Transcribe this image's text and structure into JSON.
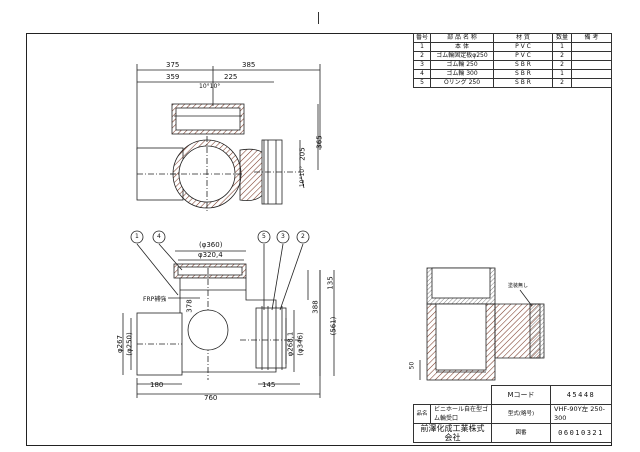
{
  "parts_table": {
    "headers": [
      "番号",
      "部 品 名 称",
      "材 質",
      "数量",
      "備 考"
    ],
    "rows": [
      {
        "no": "1",
        "name": "本 体",
        "material": "P V C",
        "qty": "1",
        "note": ""
      },
      {
        "no": "2",
        "name": "ゴム輪固定板φ250",
        "material": "P V C",
        "qty": "2",
        "note": ""
      },
      {
        "no": "3",
        "name": "ゴム輪 250",
        "material": "S B R",
        "qty": "2",
        "note": ""
      },
      {
        "no": "4",
        "name": "ゴム輪 300",
        "material": "S B R",
        "qty": "1",
        "note": ""
      },
      {
        "no": "5",
        "name": "Oリング 250",
        "material": "S B R",
        "qty": "2",
        "note": ""
      }
    ]
  },
  "dimensions": {
    "top_375": "375",
    "top_385": "385",
    "top_359": "359",
    "top_225": "225",
    "angle_top": "10°10°",
    "right_365": "365",
    "right_205": "205",
    "angle_right": "10°10°",
    "dia_360": "(φ360)",
    "dia_320": "φ320,4",
    "dim_135": "135",
    "dim_388": "388",
    "dim_561": "(561)",
    "dim_378": "378",
    "dia_267": "φ267",
    "dia_250": "(φ250)",
    "dia_268": "φ268,1",
    "dia_346": "(φ346)",
    "dim_180": "180",
    "dim_145": "145",
    "dim_760": "760",
    "dim_50": "50"
  },
  "callouts": [
    "1",
    "4",
    "5",
    "3",
    "2"
  ],
  "labels": {
    "frp": "FRP補強",
    "seal_note": "塗装無し"
  },
  "title_block": {
    "mcode_label": "Mコード",
    "mcode_value": "45448",
    "name_label": "品名",
    "name_value": "ビニホール自在型ゴム輪受口",
    "model_label": "型式(略号)",
    "model_value": "VHF-90Y左 250-300",
    "company": "前澤化成工業株式会社",
    "drawing_label": "図番",
    "drawing_no": "06010321"
  }
}
